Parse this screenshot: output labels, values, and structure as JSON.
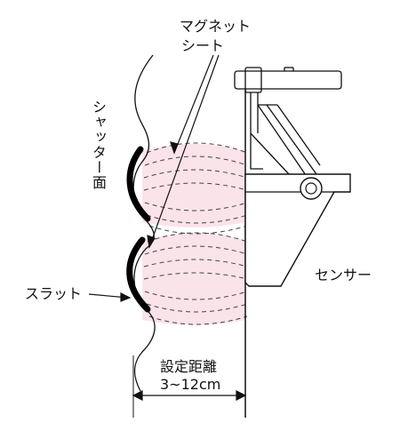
{
  "labels": {
    "magnet_sheet_line1": "マグネット",
    "magnet_sheet_line2": "シート",
    "shutter_surface": "シャッター面",
    "slat": "スラット",
    "sensor": "センサー",
    "distance_line1": "設定距離",
    "distance_line2": "3~12cm"
  },
  "colors": {
    "line": "#111111",
    "field_fill": "#fbe3ea",
    "field_lines": "#444444",
    "magnet": "#000000"
  }
}
